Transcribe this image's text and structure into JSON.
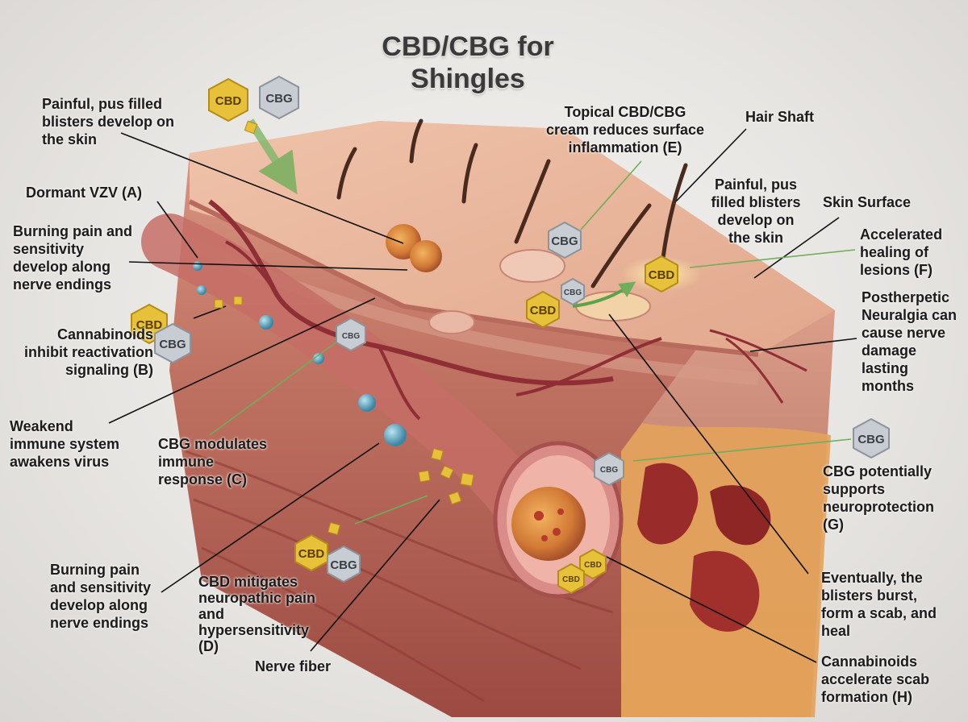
{
  "title": "CBD/CBG for\nShingles",
  "badges": {
    "cbd": "CBD",
    "cbg": "CBG"
  },
  "labels": {
    "pus_top_left": "Painful, pus filled\nblisters develop on\nthe skin",
    "dormant_vzv": "Dormant VZV (A)",
    "burning_top": "Burning pain and\nsensitivity\ndevelop along\nnerve endings",
    "inhibit": "Cannabinoids\ninhibit reactivation\nsignaling (B)",
    "weakend": "Weakend\nimmune system\nawakens virus",
    "cbg_immune": "CBG modulates\nimmune\nresponse (C)",
    "burning_bottom": "Burning pain\nand sensitivity\ndevelop along\nnerve endings",
    "cbd_mitigates": "CBD mitigates\nneuropathic pain\nand\nhypersensitivity\n(D)",
    "nerve_fiber": "Nerve fiber",
    "topical": "Topical CBD/CBG\ncream reduces surface\ninflammation (E)",
    "hair_shaft": "Hair Shaft",
    "pus_right": "Painful, pus\nfilled blisters\ndevelop on\nthe skin",
    "skin_surface": "Skin Surface",
    "accelerated": "Accelerated\nhealing of\nlesions (F)",
    "postherpetic": "Postherpetic\nNeuralgia can\ncause nerve\ndamage\nlasting\nmonths",
    "neuroprotection": "CBG potentially\nsupports\nneuroprotection\n(G)",
    "eventually": "Eventually, the\nblisters burst,\nform a scab, and\nheal",
    "accelerate_scab": "Cannabinoids\naccelerate scab\nformation (H)"
  },
  "colors": {
    "skin_top": "#e8b49a",
    "skin_side": "#c97d6c",
    "muscle": "#b5534a",
    "fat": "#e6a560",
    "vessel": "#8f2f35",
    "virus": "#d9893a",
    "cbd_gold": "#e7c13a",
    "cbg_silver": "#b9bec6",
    "leader": "#111111",
    "green_arrow": "#7fb86a"
  }
}
